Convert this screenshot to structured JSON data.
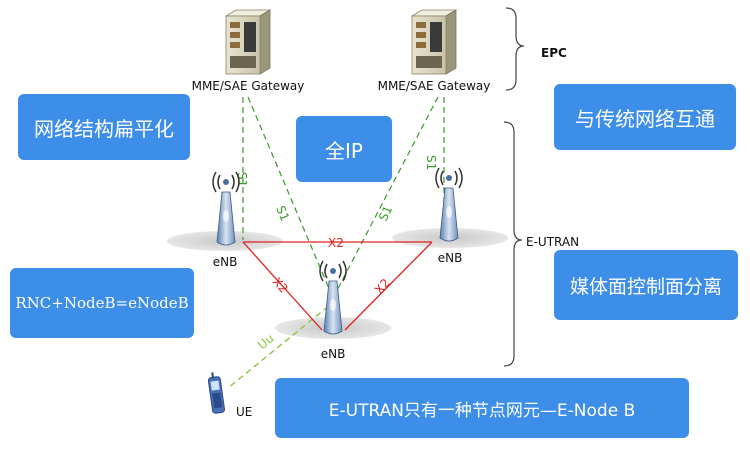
{
  "nodes": {
    "mme_left_label": "MME/SAE Gateway",
    "mme_right_label": "MME/SAE Gateway",
    "enb_left_label": "eNB",
    "enb_right_label": "eNB",
    "enb_center_label": "eNB",
    "ue_label": "UE"
  },
  "links": {
    "s1": "S1",
    "x2": "X2",
    "uu": "Uu"
  },
  "groups": {
    "epc": "EPC",
    "eutran": "E-UTRAN"
  },
  "callouts": {
    "flat_architecture": "网络结构扁平化",
    "all_ip": "全IP",
    "interworking": "与传统网络互通",
    "rnc_nodeb": "RNC+NodeB=eNodeB",
    "control_user_separation": "媒体面控制面分离",
    "single_node": "E-UTRAN只有一种节点网元—E-Node B"
  },
  "colors": {
    "s1_link": "#3a9a2a",
    "x2_link": "#e02020",
    "uu_link": "#8cc63f",
    "callout_bg": "#3d8ee8"
  },
  "icons": {
    "server": "server-icon",
    "antenna": "antenna-tower-icon",
    "phone": "mobile-phone-icon"
  }
}
